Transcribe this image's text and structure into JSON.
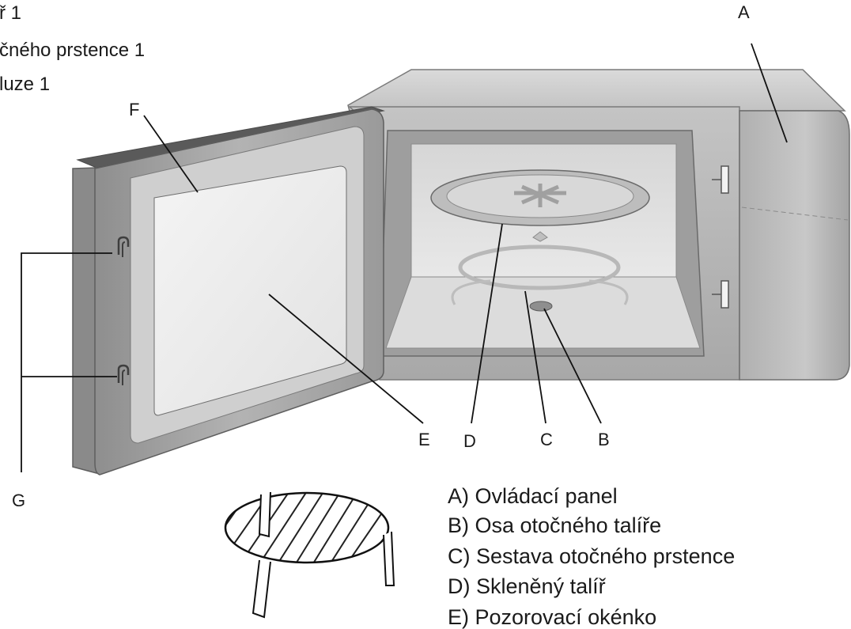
{
  "top_list": [
    "ř 1",
    "čného prstence 1",
    "luze 1"
  ],
  "labels": {
    "A": "A",
    "B": "B",
    "C": "C",
    "D": "D",
    "E": "E",
    "F": "F",
    "G": "G"
  },
  "legend": [
    "A) Ovládací panel",
    "B) Osa otočného talíře",
    "C) Sestava otočného prstence",
    "D) Skleněný talíř",
    "E) Pozorovací okénko"
  ]
}
